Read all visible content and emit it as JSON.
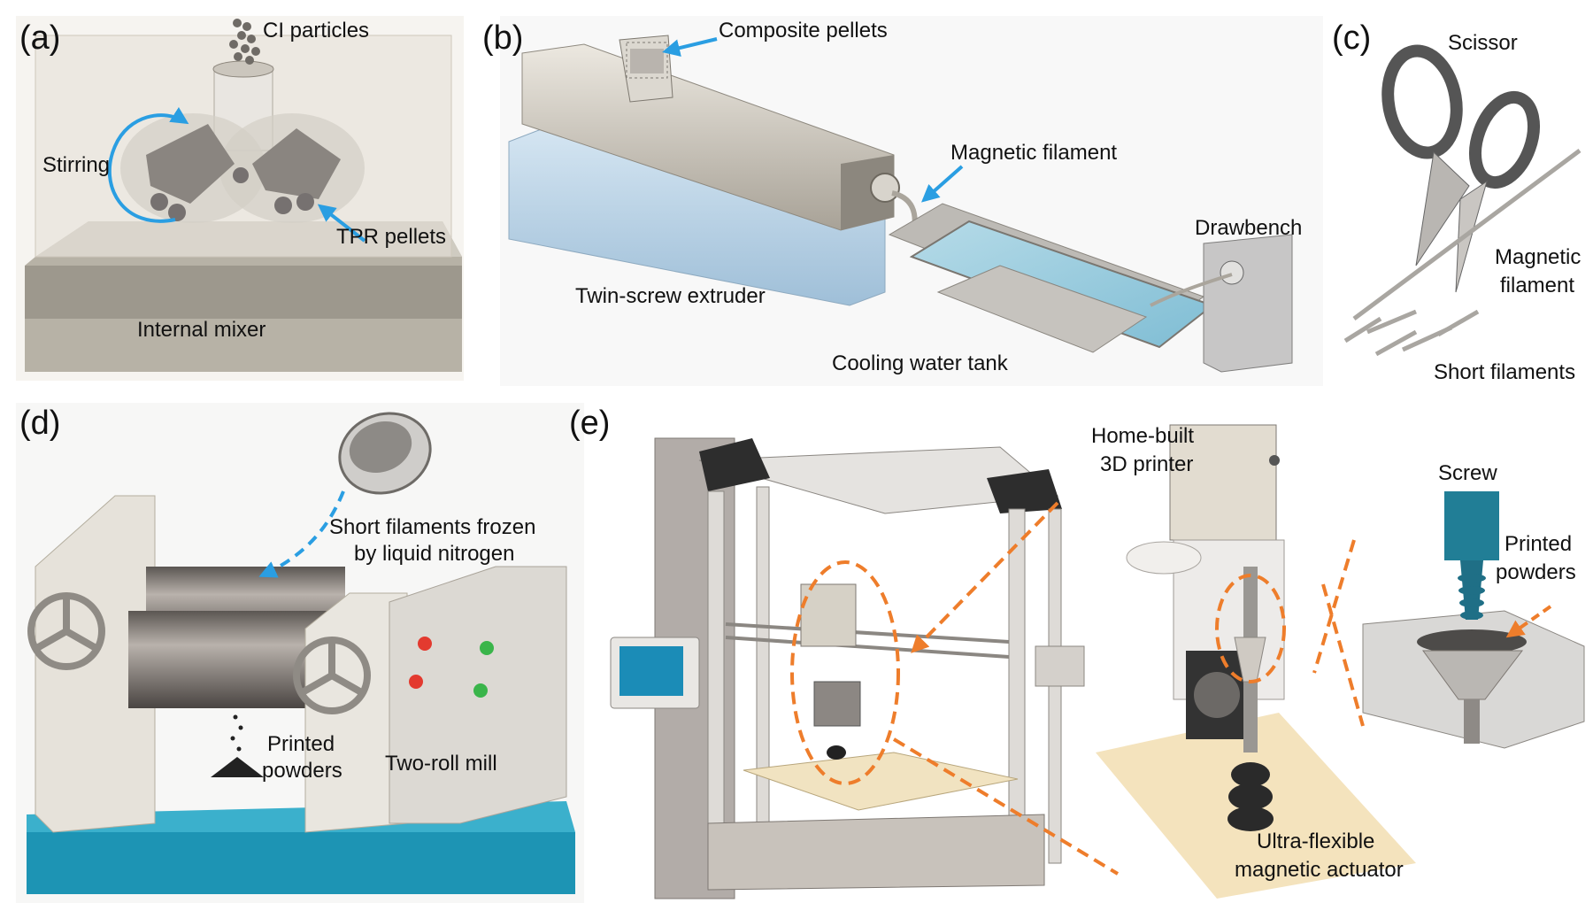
{
  "panels": {
    "a": {
      "tag": "(a)",
      "labels": {
        "particles": "CI particles",
        "stirring": "Stirring",
        "pellets": "TPR pellets",
        "machine": "Internal mixer"
      }
    },
    "b": {
      "tag": "(b)",
      "labels": {
        "composite": "Composite pellets",
        "filament": "Magnetic filament",
        "drawbench": "Drawbench",
        "extruder": "Twin-screw extruder",
        "tank": "Cooling water tank"
      }
    },
    "c": {
      "tag": "(c)",
      "labels": {
        "scissor": "Scissor",
        "filament_line1": "Magnetic",
        "filament_line2": "filament",
        "short": "Short filaments"
      }
    },
    "d": {
      "tag": "(d)",
      "labels": {
        "frozen_line1": "Short filaments frozen",
        "frozen_line2": "by liquid nitrogen",
        "powders_line1": "Printed",
        "powders_line2": "powders",
        "mill": "Two-roll mill"
      }
    },
    "e": {
      "tag": "(e)",
      "labels": {
        "printer_line1": "Home-built",
        "printer_line2": "3D printer",
        "screw": "Screw",
        "powders_line1": "Printed",
        "powders_line2": "powders",
        "actuator_line1": "Ultra-flexible",
        "actuator_line2": "magnetic actuator"
      }
    }
  },
  "colors": {
    "arrow_blue": "#2a9ee2",
    "arrow_orange": "#ee7d2b",
    "base_teal": "#1d94b4",
    "screw_teal": "#217e96"
  }
}
